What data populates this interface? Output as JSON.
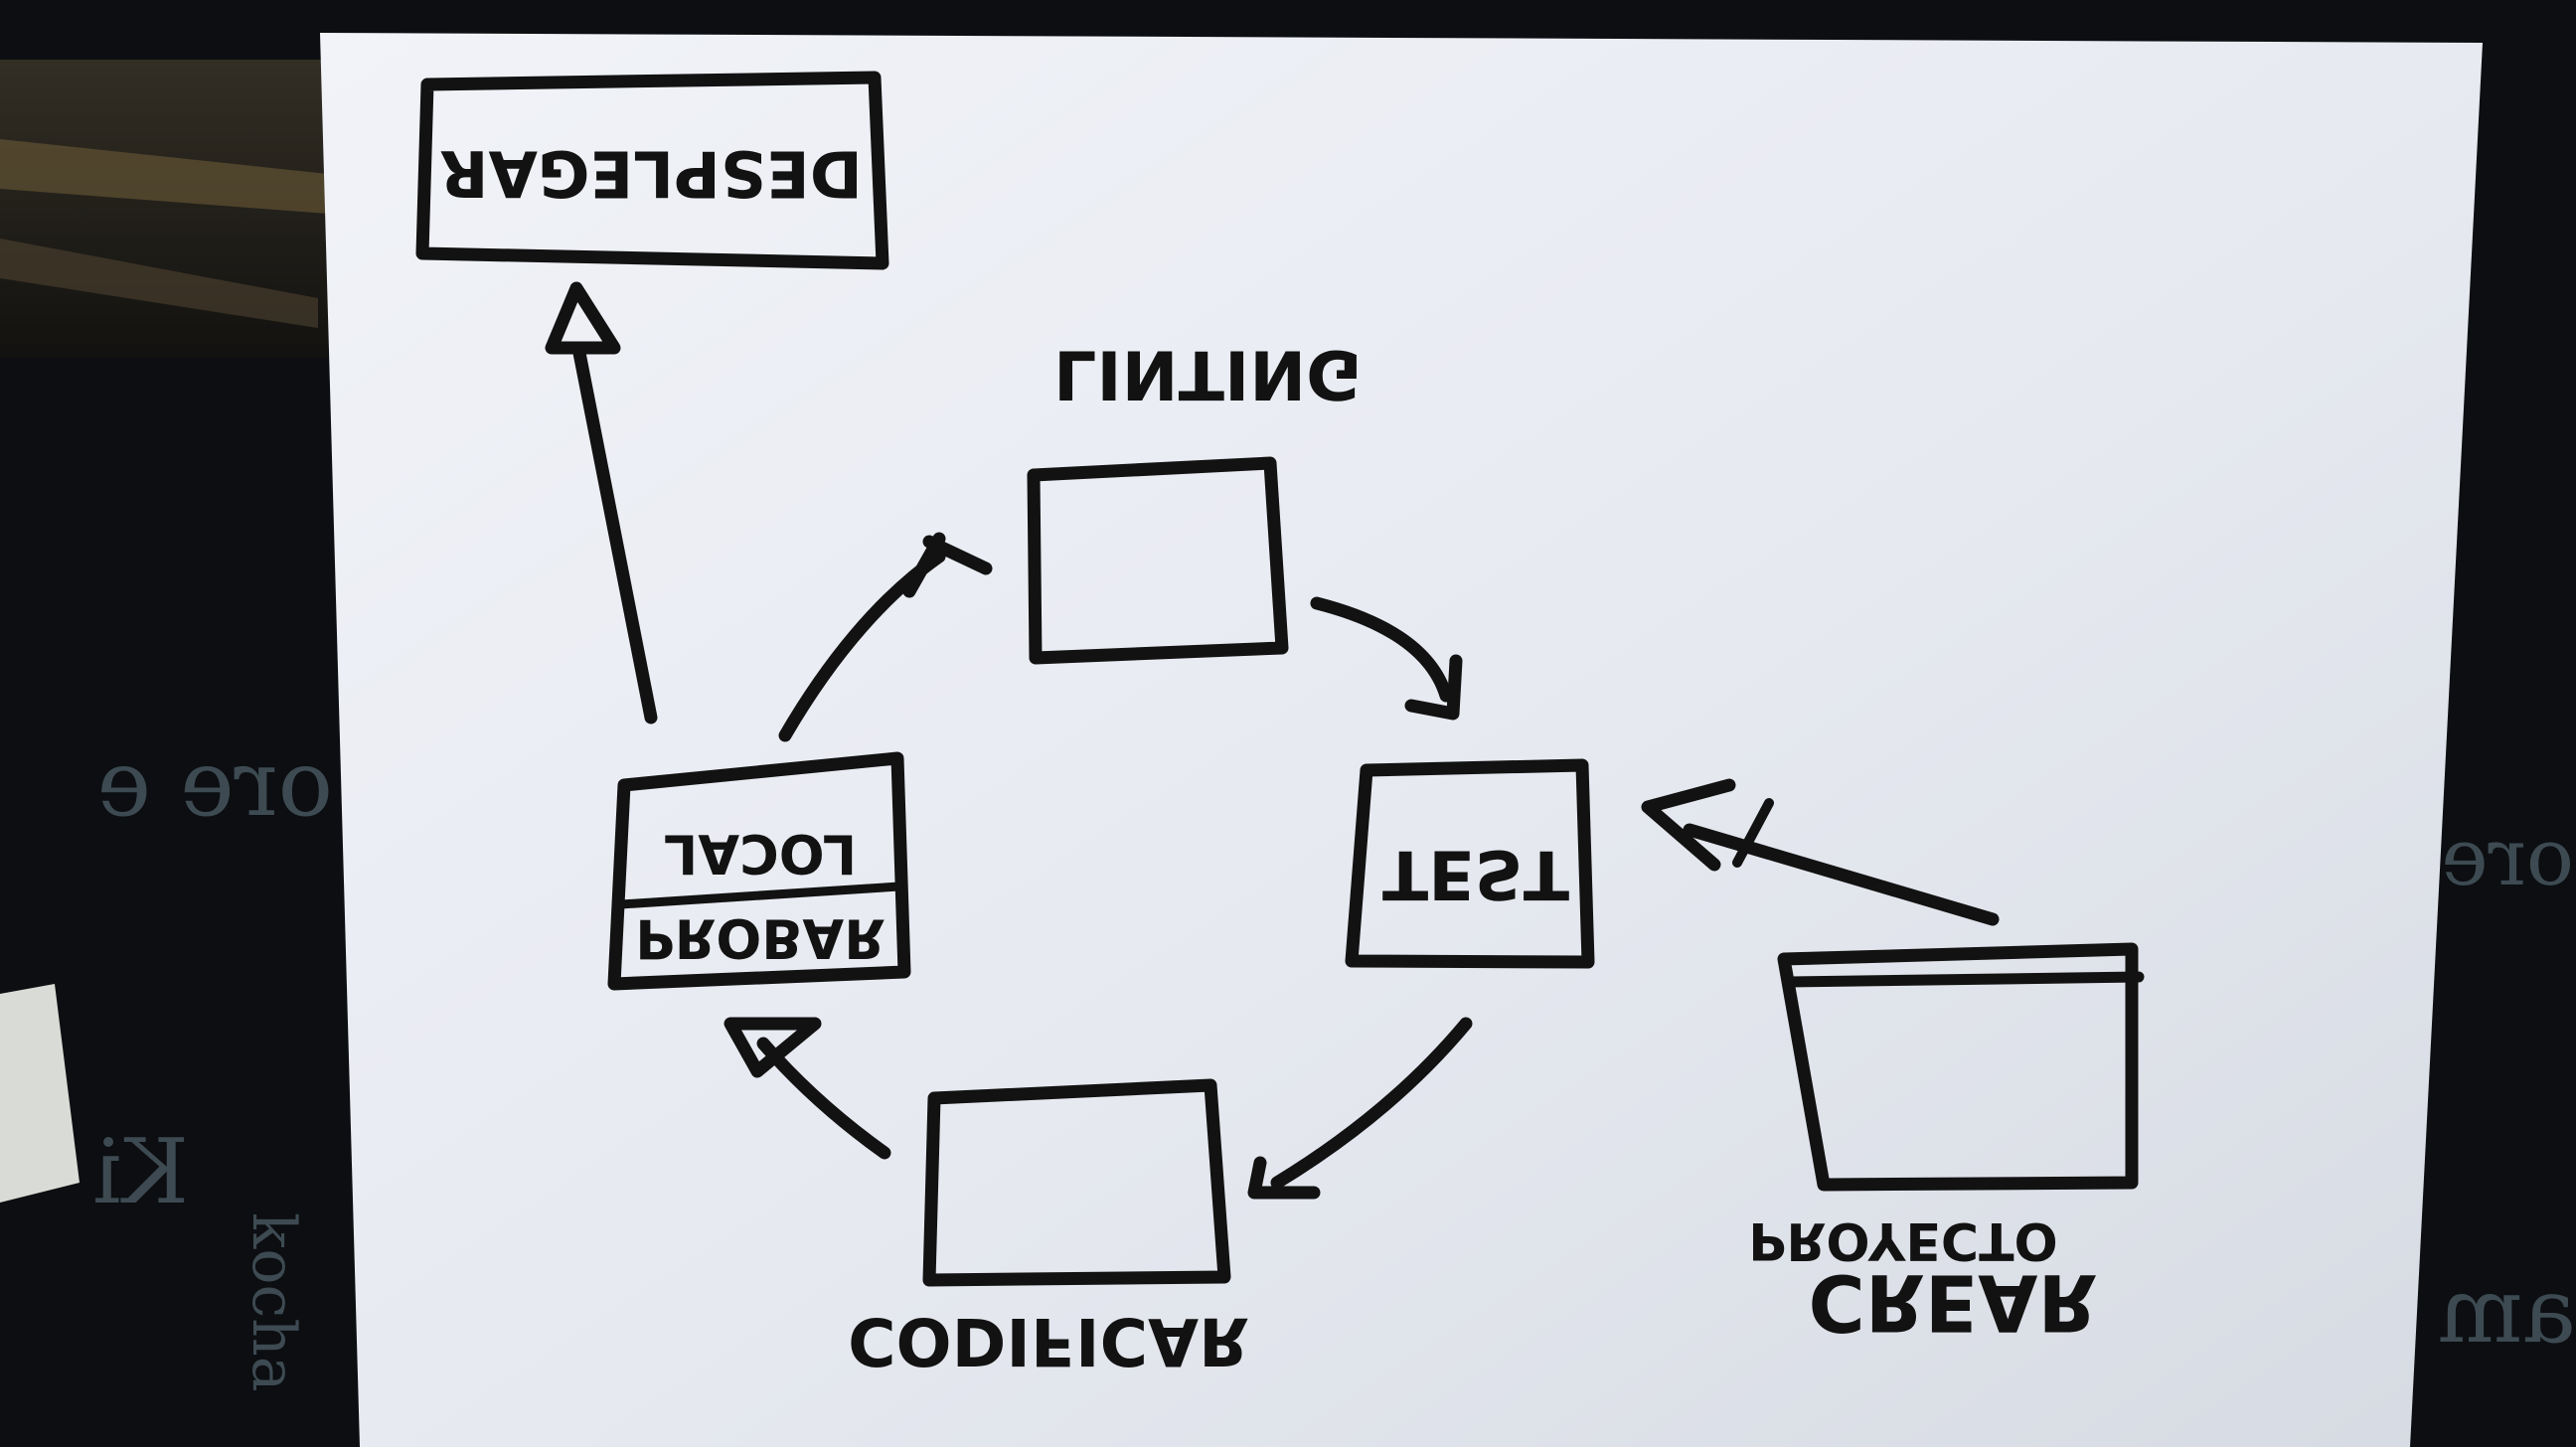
{
  "diagram": {
    "nodes": {
      "crear_proyecto": [
        "CREAR",
        "PROYECTO"
      ],
      "test": "TEST",
      "codificar": "CODIFICAR",
      "probar_local": [
        "PROBAR",
        "LOCAL"
      ],
      "linting": "LINTING",
      "desplegar": "DESPLEGAR"
    }
  },
  "background": {
    "letters_left": "ore e",
    "letters_right": "ore",
    "letters_far_right": "am",
    "letters_bottom_left": "kocha",
    "letters_bottom_left2": "Ki"
  },
  "colors": {
    "paper": "#e9ecf2",
    "ink": "#121212",
    "backdrop": "#0c0e11"
  }
}
